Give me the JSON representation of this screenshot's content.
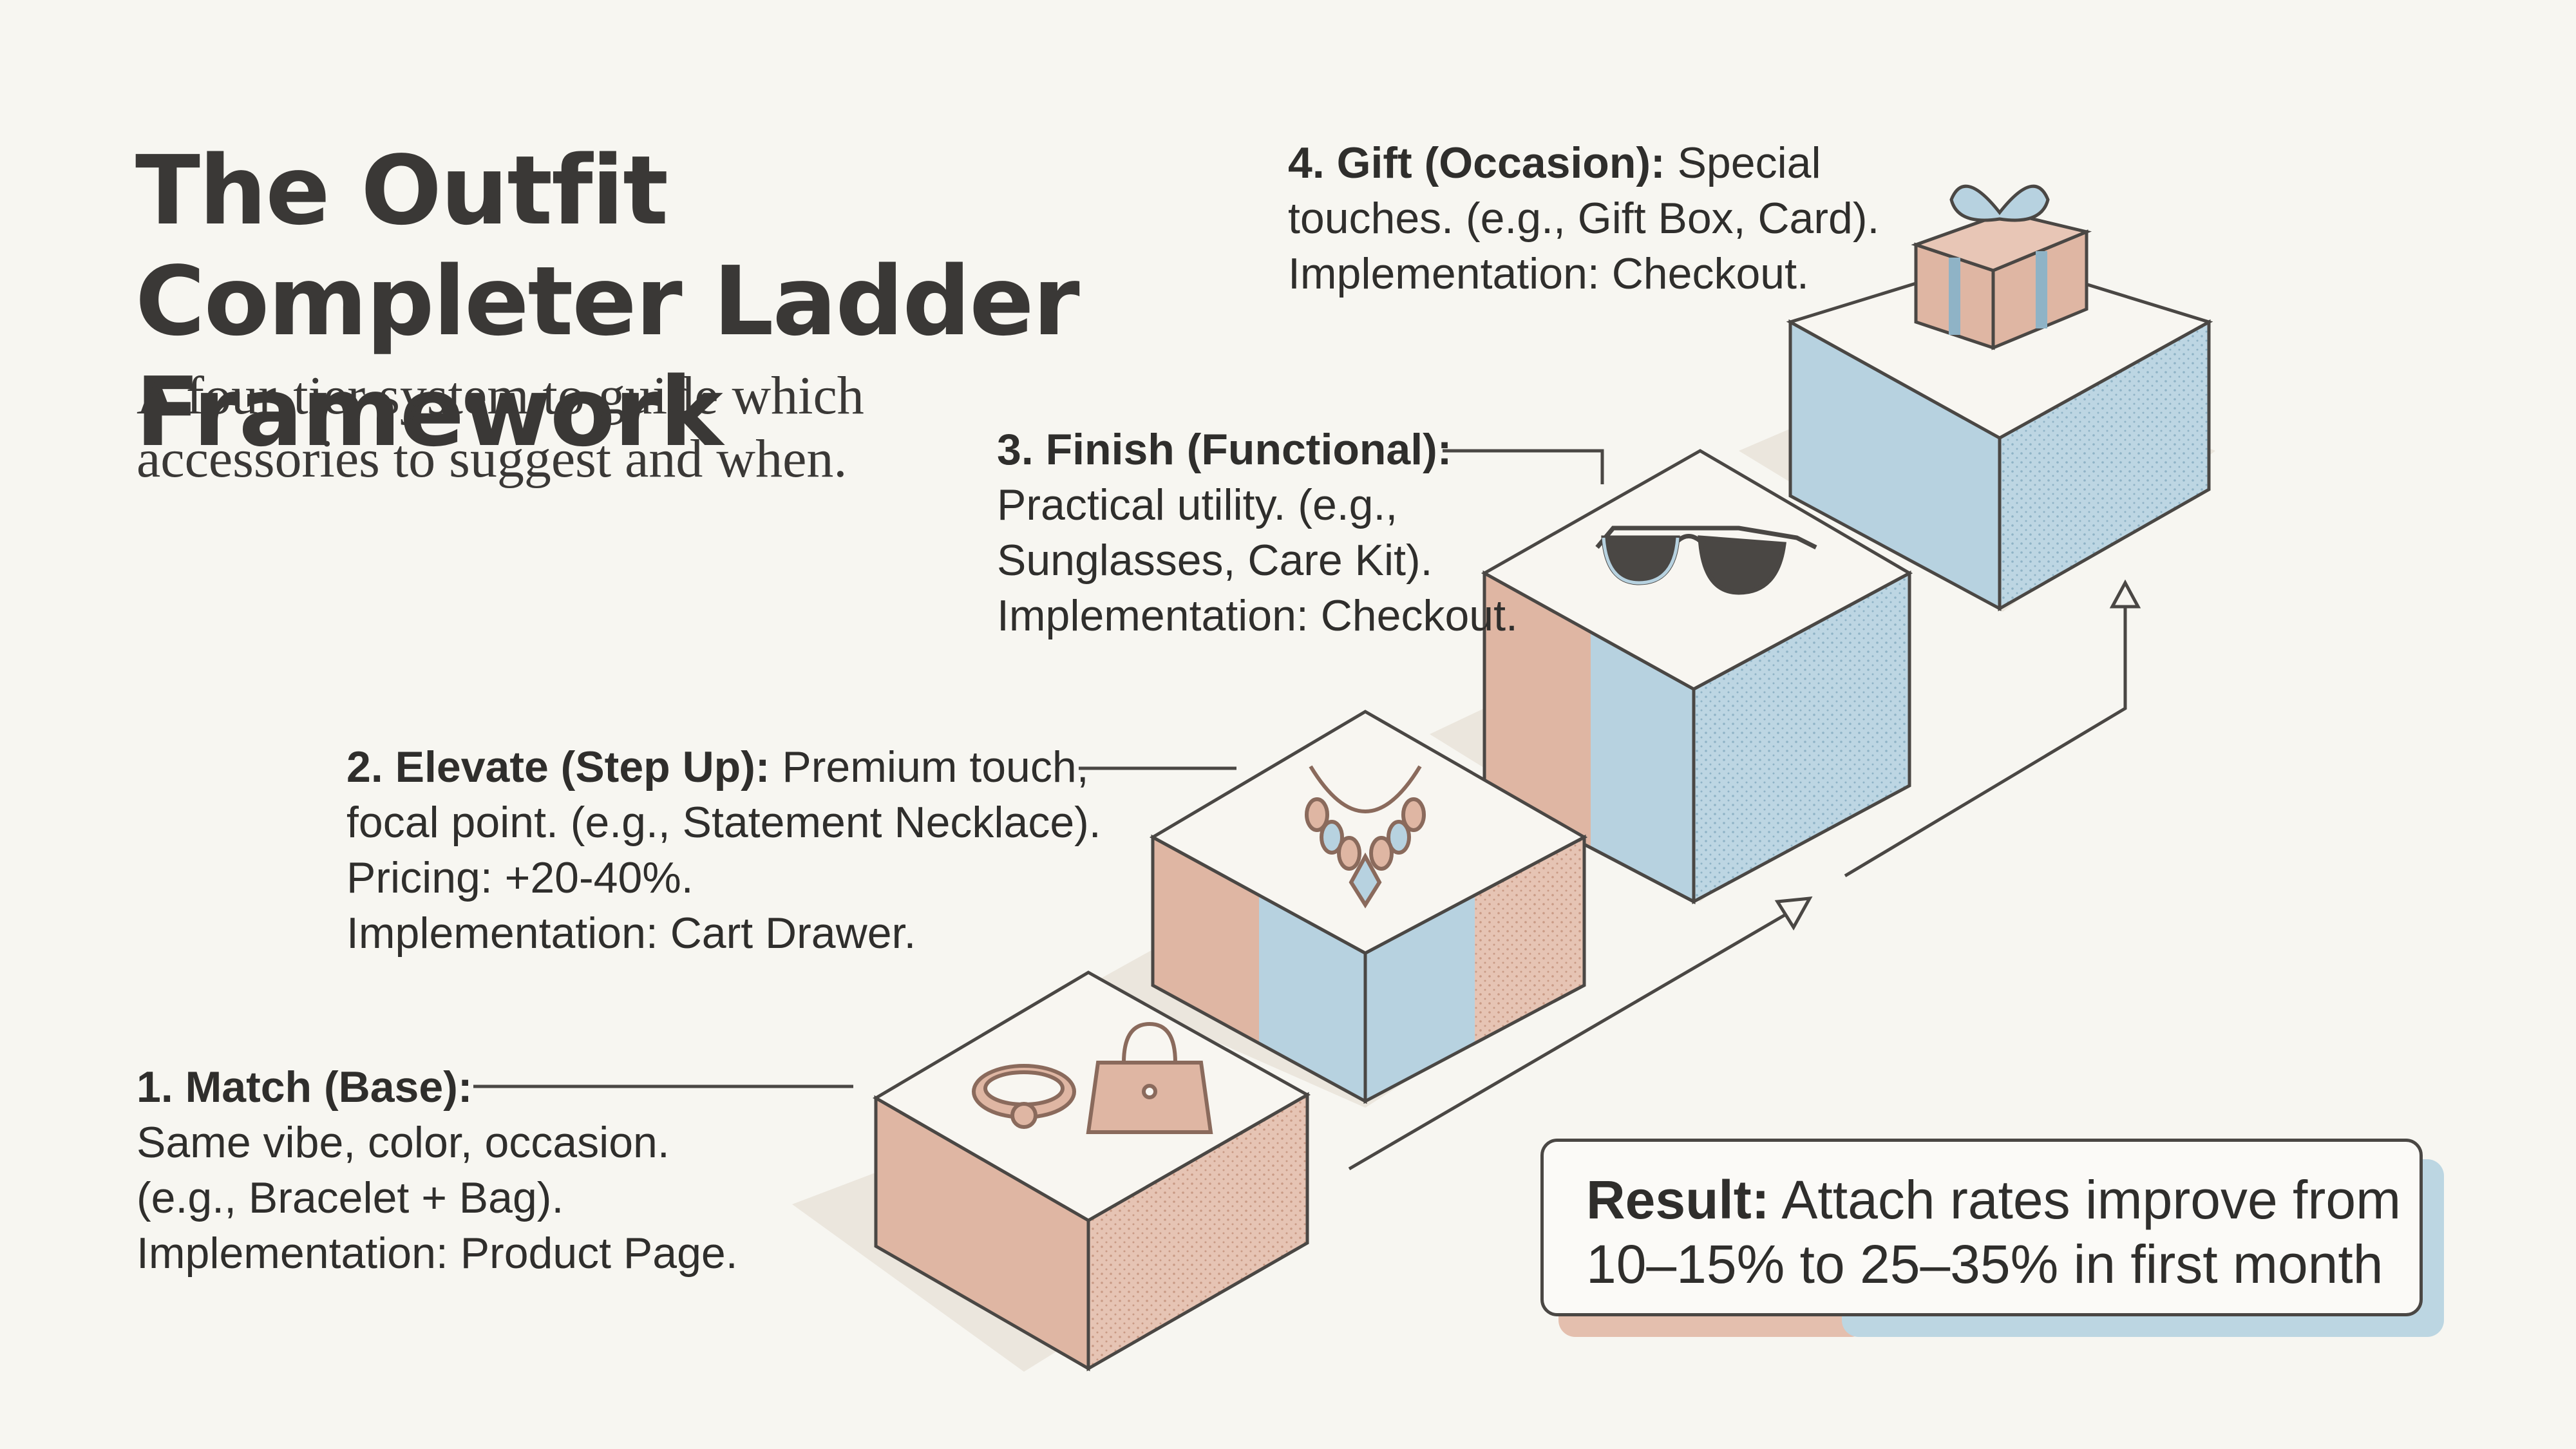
{
  "title": "The Outfit Completer Ladder Framework",
  "subtitle": "A four-tier system to guide which accessories to suggest and when.",
  "tiers": [
    {
      "number": "1.",
      "name": "Match (Base):",
      "lines": [
        "Same vibe, color, occasion.",
        "(e.g., Bracelet + Bag).",
        "Implementation: Product Page."
      ],
      "icon": "bracelet-and-bag-icon"
    },
    {
      "number": "2.",
      "name": "Elevate (Step Up):",
      "lead": "Premium touch,",
      "lines": [
        "focal point. (e.g., Statement Necklace).",
        "Pricing: +20-40%.",
        "Implementation: Cart Drawer."
      ],
      "icon": "necklace-icon"
    },
    {
      "number": "3.",
      "name": "Finish (Functional):",
      "lines": [
        "Practical utility. (e.g.,",
        "Sunglasses, Care Kit).",
        "Implementation: Checkout."
      ],
      "icon": "sunglasses-icon"
    },
    {
      "number": "4.",
      "name": "Gift (Occasion):",
      "lead": "Special",
      "lines": [
        "touches. (e.g., Gift Box, Card).",
        "Implementation: Checkout."
      ],
      "icon": "gift-box-icon"
    }
  ],
  "result": {
    "label": "Result:",
    "text": "Attach rates improve from",
    "text2": "10–15% to 25–35% in first month"
  },
  "colors": {
    "peach": "#dfb6a3",
    "blue": "#b5d1df",
    "outline": "#4a4744",
    "background": "#f7f6f1"
  }
}
